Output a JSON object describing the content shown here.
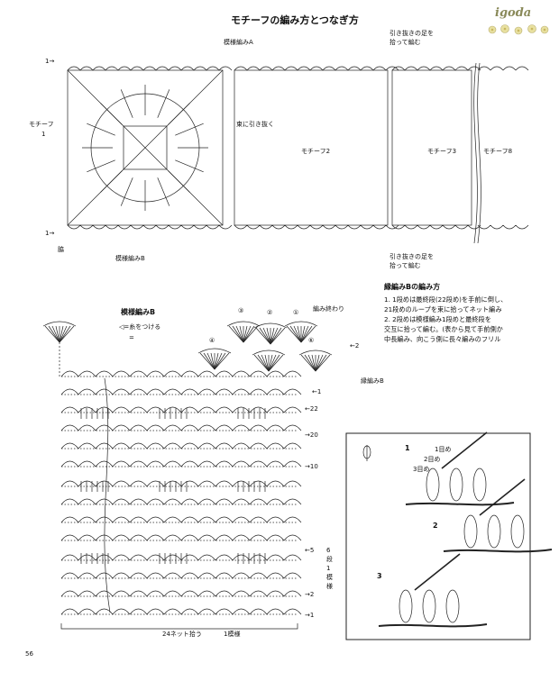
{
  "brand": "igoda",
  "top": {
    "title": "モチーフの編み方とつなぎ方",
    "label_pattern_a": "模様編みA",
    "label_pull_top": [
      "引き抜きの足を",
      "拾って編む"
    ],
    "label_pull_bottom": [
      "引き抜きの足を",
      "拾って編む"
    ],
    "label_bundle": "束に引き抜く",
    "label_motif1": [
      "モチーフ",
      "1"
    ],
    "label_motif2": "モチーフ2",
    "label_motif3": "モチーフ3",
    "label_motif8": "モチーフ8",
    "label_pattern_b": "模様編みB",
    "row_mark_top": "1→",
    "row_mark_bottom": "1→",
    "label_waki": "脇"
  },
  "edge": {
    "title": "縁編みBの編み方",
    "steps": [
      "1. 1段めは最終段(22段め)を手前に倒し、",
      "   21段めのループを束に拾ってネット編み",
      "2. 2段めは模様編み1段めと最終段を",
      "   交互に拾って編む。(表から見て手前側か",
      "   中長編み、向こう側に長々編みのフリル"
    ]
  },
  "pattern_b": {
    "title": "模様編みB",
    "legend_attach": "◁=糸をつける",
    "legend_symbol": "=",
    "end_label": "編み終わり",
    "motif_numbers": [
      "①",
      "②",
      "③",
      "④",
      "⑤",
      "⑥"
    ],
    "edge_label": "縁編みB",
    "row_labels": [
      "←1",
      "←2",
      "←22",
      "→20",
      "→10",
      "←5",
      "→2",
      "→1"
    ],
    "repeat_label": [
      "6",
      "段",
      "1",
      "模",
      "様"
    ],
    "width_label": "24ネット拾う",
    "repeat_width": "1模様"
  },
  "inset": {
    "steps": [
      "1",
      "2",
      "3"
    ],
    "loops": [
      "1目め",
      "2目め",
      "3目め"
    ]
  },
  "page_number": "56"
}
